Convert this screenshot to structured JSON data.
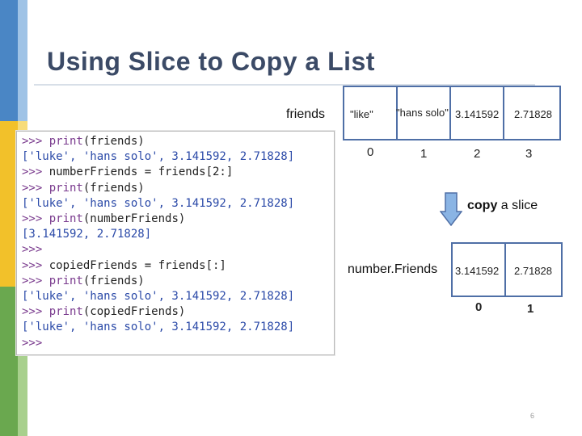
{
  "slide": {
    "title": "Using Slice to Copy a List",
    "page_number": "6"
  },
  "code": {
    "lines": [
      {
        "prompt": ">>> ",
        "fn": "print",
        "rest": "(friends)"
      },
      {
        "out": "['luke', 'hans solo', 3.141592, 2.71828]"
      },
      {
        "prompt": ">>> ",
        "plain": "numberFriends = friends[2:]"
      },
      {
        "prompt": ">>> ",
        "fn": "print",
        "rest": "(friends)"
      },
      {
        "out": "['luke', 'hans solo', 3.141592, 2.71828]"
      },
      {
        "prompt": ">>> ",
        "fn": "print",
        "rest": "(numberFriends)"
      },
      {
        "out": "[3.141592, 2.71828]"
      },
      {
        "prompt": ">>>"
      },
      {
        "prompt": ">>> ",
        "plain": "copiedFriends = friends[:]"
      },
      {
        "prompt": ">>> ",
        "fn": "print",
        "rest": "(friends)"
      },
      {
        "out": "['luke', 'hans solo', 3.141592, 2.71828]"
      },
      {
        "prompt": ">>> ",
        "fn": "print",
        "rest": "(copiedFriends)"
      },
      {
        "out": "['luke', 'hans solo', 3.141592, 2.71828]"
      },
      {
        "prompt": ">>>"
      }
    ]
  },
  "friends_diagram": {
    "label": "friends",
    "cells": [
      "\"like\"",
      "\"hans solo\"",
      "3.141592",
      "2.71828"
    ],
    "indices": [
      "0",
      "1",
      "2",
      "3"
    ]
  },
  "slice_caption": {
    "word1": "copy",
    "word2": "a slice"
  },
  "number_friends_diagram": {
    "label": "number.Friends",
    "cells": [
      "3.141592",
      "2.71828"
    ],
    "indices": [
      "0",
      "1"
    ]
  },
  "colors": {
    "title": "#3b4a66",
    "cell_border": "#4f6fa6",
    "arrow_fill": "#8ab4e4",
    "arrow_stroke": "#4f6fa6",
    "code_prompt": "#7a3b8e",
    "code_output": "#2b4aa8"
  }
}
